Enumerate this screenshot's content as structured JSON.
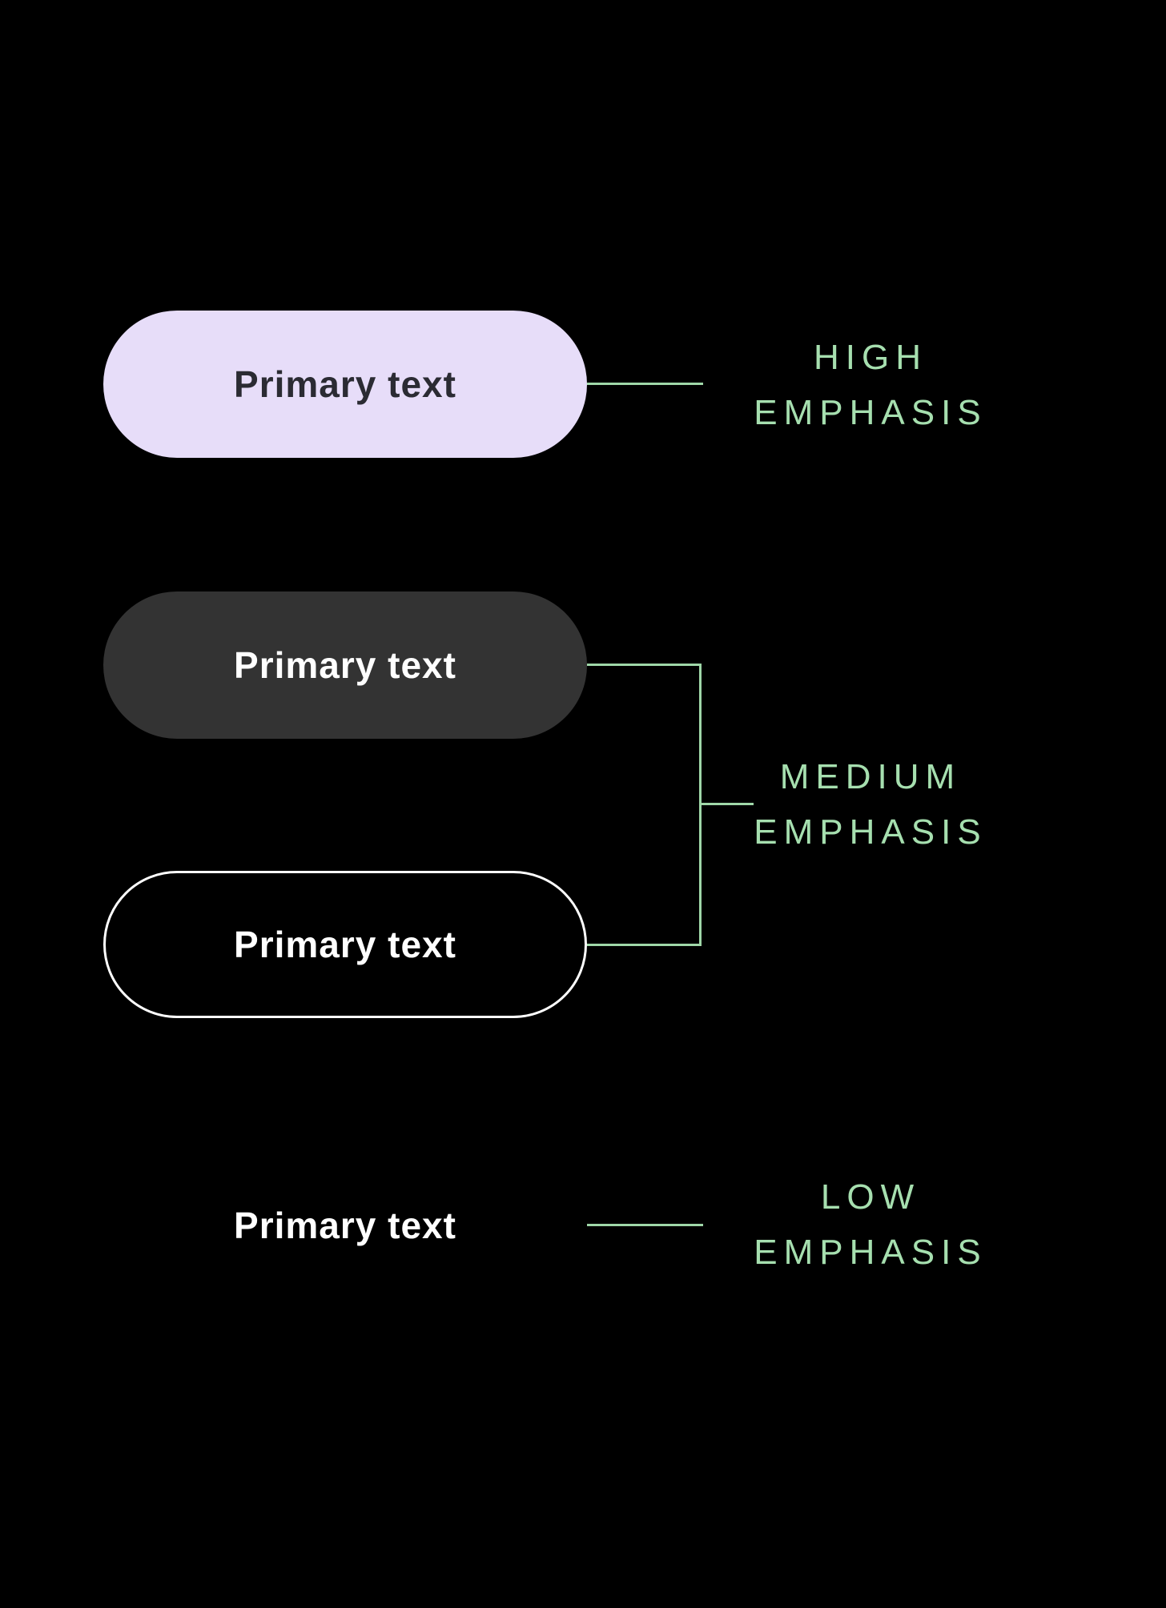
{
  "page": {
    "background": "#000000"
  },
  "colors": {
    "annotation_text": "#A6DFAF",
    "connector_line": "#9FD7A8",
    "tonal_button_bg": "#E7DDF9",
    "tonal_button_text": "#2B2B33",
    "dark_button_bg": "#333333",
    "dark_button_text": "#FFFFFF",
    "outlined_button_border": "#FFFFFF",
    "outlined_button_text": "#FFFFFF",
    "text_button_text": "#FFFFFF"
  },
  "buttons": {
    "high_tonal": {
      "label": "Primary text"
    },
    "medium_filled": {
      "label": "Primary text"
    },
    "medium_outlined": {
      "label": "Primary text"
    },
    "low_text": {
      "label": "Primary text"
    }
  },
  "labels": {
    "high": {
      "line1": "HIGH",
      "line2": "EMPHASIS"
    },
    "medium": {
      "line1": "MEDIUM",
      "line2": "EMPHASIS"
    },
    "low": {
      "line1": "LOW",
      "line2": "EMPHASIS"
    }
  }
}
